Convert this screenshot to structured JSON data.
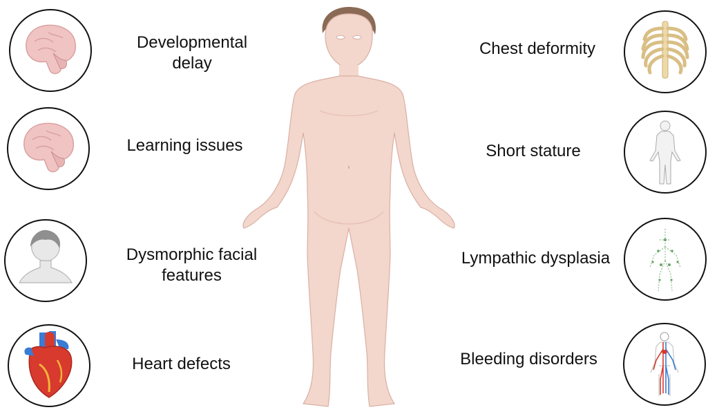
{
  "figure": {
    "left_features": [
      {
        "id": "developmental-delay",
        "label_lines": [
          "Developmental",
          "delay"
        ],
        "icon": "brain-icon"
      },
      {
        "id": "learning-issues",
        "label_lines": [
          "Learning issues"
        ],
        "icon": "brain-icon"
      },
      {
        "id": "dysmorphic-facial-features",
        "label_lines": [
          "Dysmorphic facial",
          "features"
        ],
        "icon": "face-portrait-icon"
      },
      {
        "id": "heart-defects",
        "label_lines": [
          "Heart defects"
        ],
        "icon": "heart-icon"
      }
    ],
    "right_features": [
      {
        "id": "chest-deformity",
        "label_lines": [
          "Chest deformity"
        ],
        "icon": "ribcage-icon"
      },
      {
        "id": "short-stature",
        "label_lines": [
          "Short stature"
        ],
        "icon": "human-outline-icon"
      },
      {
        "id": "lympathic-dysplasia",
        "label_lines": [
          "Lympathic dysplasia"
        ],
        "icon": "lymphatic-system-icon"
      },
      {
        "id": "bleeding-disorders",
        "label_lines": [
          "Bleeding disorders"
        ],
        "icon": "circulatory-system-icon"
      }
    ],
    "center_icon": "human-body-icon",
    "colors": {
      "outline": "#111111",
      "skin": "#f3d6cc",
      "skin_shadow": "#e6bdb1",
      "hair": "#8a6a55",
      "brain": "#f1c4c4",
      "heart_red": "#d83a2e",
      "vessel_blue": "#3a7bd5",
      "bone": "#eed9a8",
      "lymph_green": "#6aa36a"
    }
  }
}
